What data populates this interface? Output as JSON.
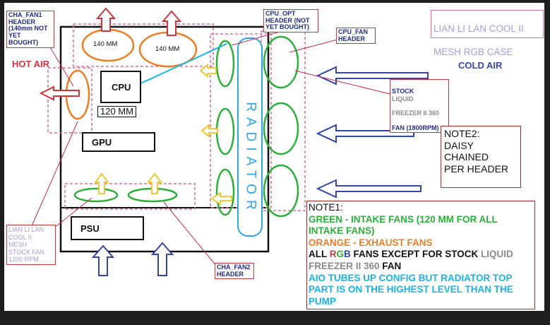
{
  "title": {
    "line1": "LIAN LI LAN COOL II",
    "line2": "MESH RGB CASE"
  },
  "labels": {
    "cha_fan1": "CHA_FAN1\nHEADER\n(140mm NOT\nYET\nBOUGHT)",
    "cpu_opt": "CPU_OPT\nHEADER (NOT\nYET BOUGHT)",
    "cpu_fan": "CPU_FAN\nHEADER",
    "hot_air": "HOT AIR",
    "cold_air": "COLD AIR",
    "stock_1": "STOCK",
    "stock_2": "LIQUID",
    "stock_3": "FREEZER II 360",
    "stock_4": "FAN (1800RPM)",
    "lian_li_fan": "LIAN LI LAN\nCOOL II\nMESH\nSTOCK FAN\n1200 RPM",
    "cha_fan2": "CHA_FAN2\nHEADER",
    "fan_140_a": "140 MM",
    "fan_140_b": "140 MM",
    "fan_120": "120 MM",
    "cpu": "CPU",
    "gpu": "GPU",
    "psu": "PSU",
    "radiator": "RADIATOR"
  },
  "note2": {
    "line1": "NOTE2:",
    "line2": "DAISY",
    "line3": "CHAINED",
    "line4": "PER HEADER"
  },
  "note1": {
    "heading": "NOTE1:",
    "green": "GREEN - INTAKE FANS (120 MM FOR ALL INTAKE FANS)",
    "orange": "ORANGE - EXHAUST FANS",
    "rgb_all": "ALL ",
    "rgb_r": "R",
    "rgb_g": "G",
    "rgb_b": "B",
    "rgb_mid": " FANS EXCEPT FOR STOCK ",
    "rgb_liquid": "LIQUID",
    "rgb_freezer": "FREEZER II 360",
    "rgb_fan": " FAN",
    "aio": "AIO TUBES UP CONFIG BUT RADIATOR TOP PART IS ON THE HIGHEST LEVEL THAN THE PUMP"
  },
  "colors": {
    "intake": "#2bb03a",
    "exhaust": "#ee7d22",
    "hot_arrow": "#d2343b",
    "cold_arrow": "#3346a8",
    "header_link": "#c22c47",
    "cyan": "#18b4e8",
    "lavender": "#a99be0",
    "gray": "#8a8a8a"
  }
}
